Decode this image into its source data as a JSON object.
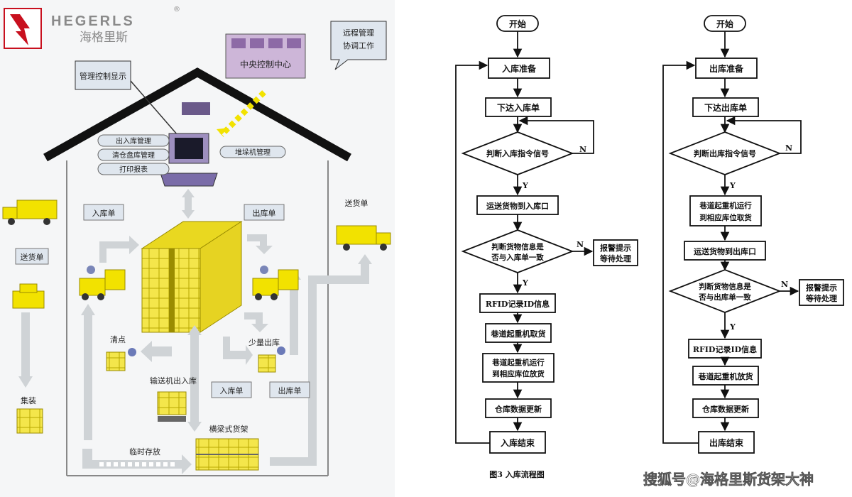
{
  "colors": {
    "brand_red": "#c8101e",
    "brand_gray": "#8a8a8a",
    "yellow": "#f2e200",
    "rack_yellow": "#f7e85a",
    "arrow_gray": "#cfd3d6",
    "panel_blue": "#dfe6ee",
    "wall_dark": "#111111"
  },
  "brand": {
    "name_en": "HEGERLS",
    "name_cn": "海格里斯",
    "registered": "®"
  },
  "warehouse": {
    "remote": "远程管理\n协调工作",
    "central": "中央控制中心",
    "display": "管理控制显示",
    "menu_1": "出入库管理",
    "menu_2": "清仓盘库管理",
    "menu_3": "打印报表",
    "stacker": "堆垛机管理",
    "inbound_tag": "入库单",
    "outbound_tag": "出库单",
    "delivery_note": "送货单",
    "delivery_tag": "送货单",
    "assemble": "集装",
    "count": "清点",
    "small_out": "少量出库",
    "conveyor": "输送机出入库",
    "in_tag_bottom": "入库单",
    "out_tag_bottom": "出库单",
    "shelf": "横梁式货架",
    "temp": "临时存放"
  },
  "inbound_flow": {
    "start": "开始",
    "prep": "入库准备",
    "issue": "下达入库单",
    "judge": "判断入库指令信号",
    "n1": "N",
    "y1": "Y",
    "transport": "运送货物到入库口",
    "judge2": "判断货物信息是\n否与入库单一致",
    "n2": "N",
    "y2": "Y",
    "alarm": "报警提示\n等待处理",
    "rfid": "RFID记录ID信息",
    "crane": "巷道起重机取货",
    "crane2": "巷道起重机运行\n到相应库位放货",
    "update": "仓库数据更新",
    "end": "入库结束",
    "caption": "图3  入库流程图"
  },
  "outbound_flow": {
    "start": "开始",
    "prep": "出库准备",
    "issue": "下达出库单",
    "judge": "判断出库指令信号",
    "n1": "N",
    "y1": "Y",
    "crane_run": "巷道起重机运行\n到相应库位取货",
    "transport": "运送货物到出库口",
    "judge2": "判断货物信息是\n否与出库单一致",
    "n2": "N",
    "y2": "Y",
    "alarm": "报警提示\n等待处理",
    "rfid": "RFID记录ID信息",
    "crane": "巷道起重机放货",
    "update": "仓库数据更新",
    "end": "出库结束"
  },
  "watermark": "搜狐号@海格里斯货架大神"
}
